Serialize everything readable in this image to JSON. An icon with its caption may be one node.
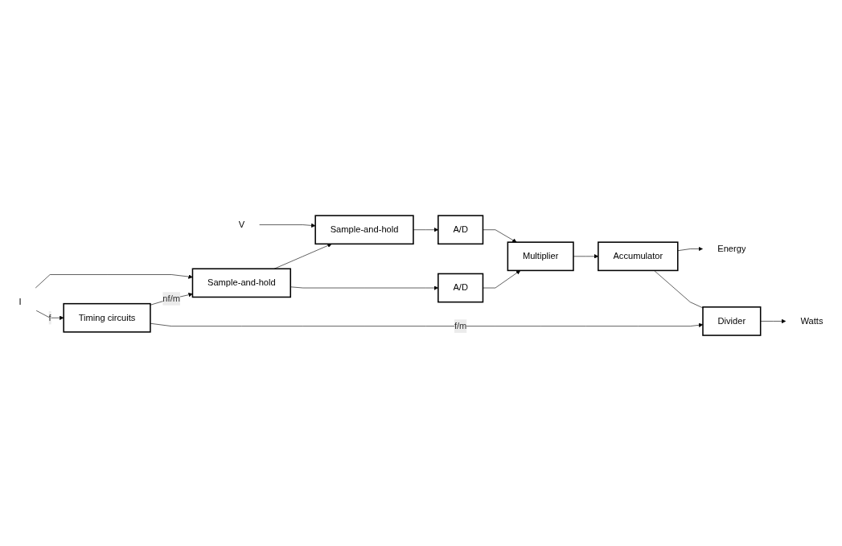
{
  "diagram": {
    "nodes": [
      {
        "text": [
          "V"
        ]
      },
      {
        "text": [
          "Sample-and-hold"
        ]
      },
      {
        "text": [
          "A/D"
        ]
      },
      {
        "text": [
          "Multiplier"
        ]
      },
      {
        "text": [
          "Accumulator"
        ]
      },
      {
        "text": [
          "Energy"
        ]
      },
      {
        "text": [
          "I"
        ]
      },
      {
        "text": [
          "Sample-and-hold"
        ]
      },
      {
        "text": [
          "A/D"
        ]
      },
      {
        "text": [
          "Divider"
        ]
      },
      {
        "text": [
          "Watts"
        ]
      },
      {
        "text": [
          "Timing circuits"
        ]
      }
    ],
    "edges": [
      {
        "from": 0,
        "to": 1,
        "arrow": "to"
      },
      {
        "from": 1,
        "to": 2,
        "arrow": "to"
      },
      {
        "from": 2,
        "to": 3,
        "arrow": "to"
      },
      {
        "from": 3,
        "to": 4,
        "arrow": "to"
      },
      {
        "from": 4,
        "to": 5,
        "arrow": "to"
      },
      {
        "from": 6,
        "to": 7,
        "arrow": "to"
      },
      {
        "from": 7,
        "to": 1,
        "arrow": "to"
      },
      {
        "from": 7,
        "to": 8,
        "arrow": "to"
      },
      {
        "from": 8,
        "to": 3,
        "arrow": "to"
      },
      {
        "from": 4,
        "to": 9,
        "arrow": "none"
      },
      {
        "from": 9,
        "to": 10,
        "arrow": "to"
      },
      {
        "from": 6,
        "to": 11,
        "arrow": "to",
        "label": "f"
      },
      {
        "from": 11,
        "to": 7,
        "arrow": "to",
        "label": "nf/m"
      },
      {
        "from": 11,
        "to": 9,
        "arrow": "to",
        "label": "f/m"
      }
    ]
  }
}
